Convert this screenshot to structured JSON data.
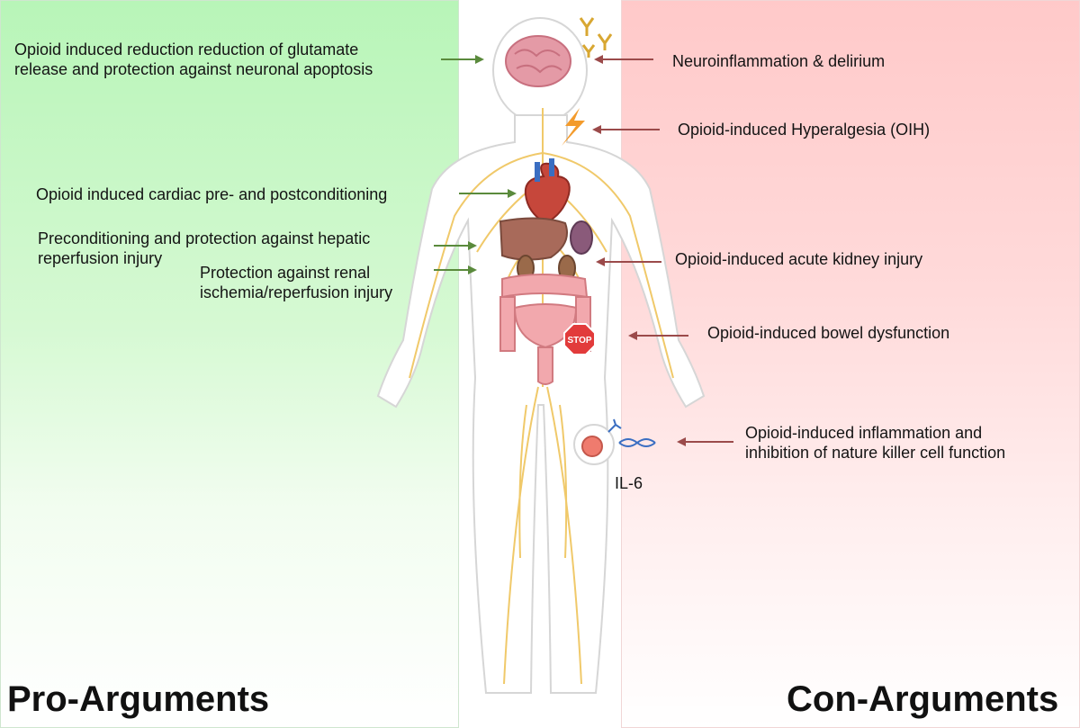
{
  "pro": {
    "heading": "Pro-Arguments",
    "items": [
      {
        "line1": "Opioid induced reduction reduction of glutamate",
        "line2": "release and protection against neuronal apoptosis"
      },
      {
        "line1": "Opioid induced cardiac pre- and postconditioning"
      },
      {
        "line1": "Preconditioning and protection against hepatic",
        "line2": "reperfusion injury"
      },
      {
        "line1": "Protection against renal",
        "line2": "ischemia/reperfusion injury"
      }
    ]
  },
  "con": {
    "heading": "Con-Arguments",
    "items": [
      {
        "line1": "Neuroinflammation & delirium"
      },
      {
        "line1": "Opioid-induced Hyperalgesia (OIH)"
      },
      {
        "line1": "Opioid-induced acute kidney injury"
      },
      {
        "line1": "Opioid-induced bowel dysfunction"
      },
      {
        "line1": "Opioid-induced inflammation and",
        "line2": "inhibition of nature killer cell function"
      }
    ]
  },
  "annotations": {
    "stop_sign": "STOP",
    "cytokine": "IL-6"
  },
  "colors": {
    "pro_arrow": "#5a8a3c",
    "con_arrow": "#9b4a4a",
    "nerve": "#f0c96a"
  }
}
